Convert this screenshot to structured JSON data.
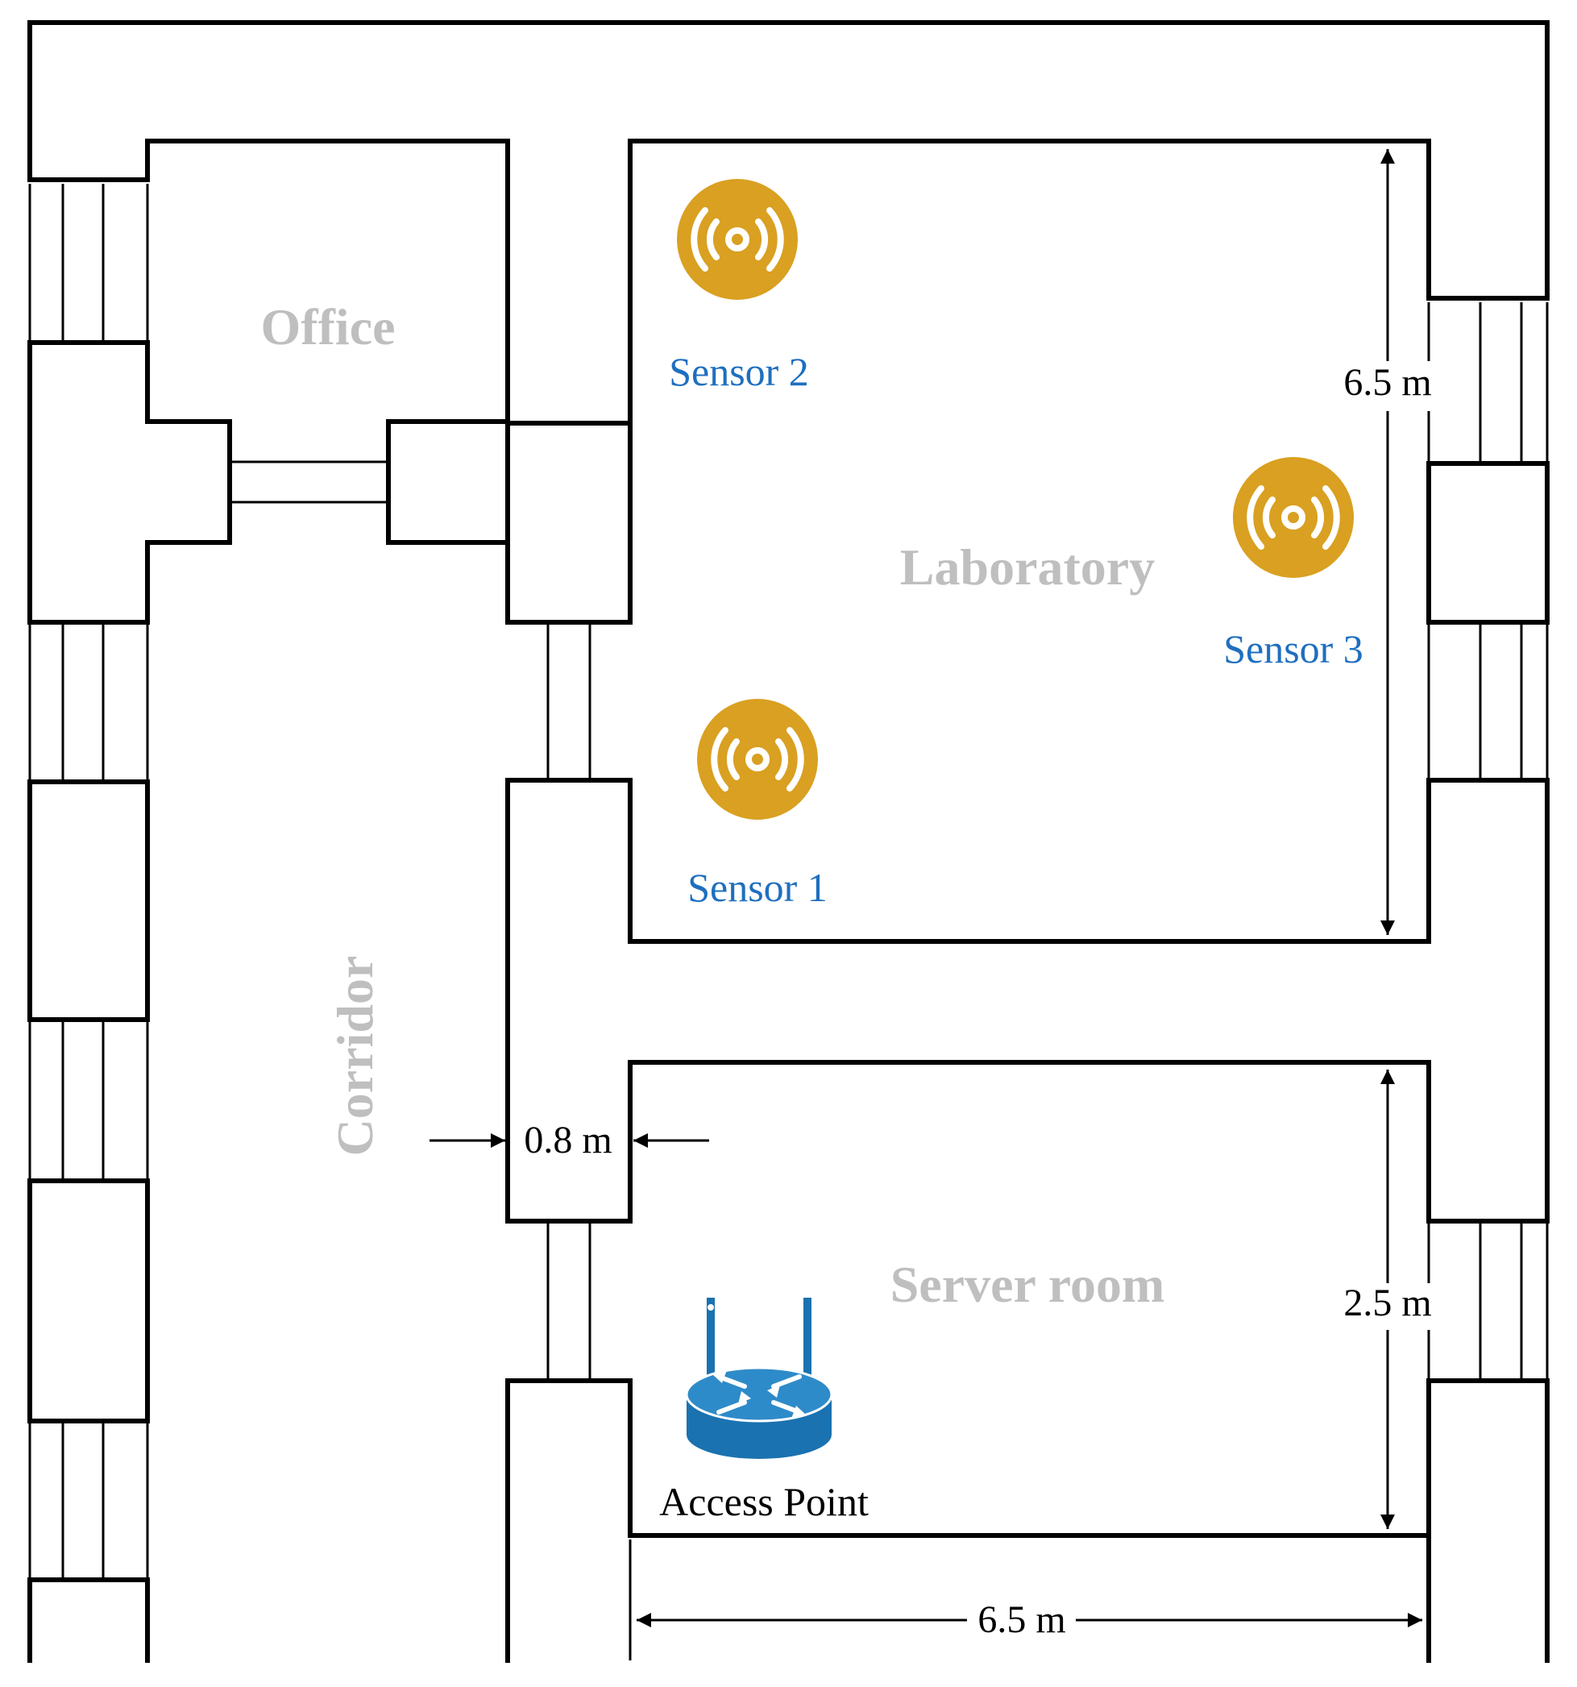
{
  "rooms": {
    "office": "Office",
    "laboratory": "Laboratory",
    "corridor": "Corridor",
    "server_room": "Server room"
  },
  "sensors": [
    {
      "label": "Sensor 1",
      "icon": "wireless-sensor-icon"
    },
    {
      "label": "Sensor 2",
      "icon": "wireless-sensor-icon"
    },
    {
      "label": "Sensor 3",
      "icon": "wireless-sensor-icon"
    }
  ],
  "access_point": {
    "label": "Access Point",
    "icon": "router-icon"
  },
  "dimensions": {
    "lab_height": "6.5 m",
    "server_height": "2.5 m",
    "room_width": "6.5 m",
    "wall_thickness": "0.8 m"
  },
  "colors": {
    "sensor": "#D9A021",
    "sensor_label": "#1F6FBF",
    "router": "#1A72B0",
    "room_label": "#BFBFBF"
  }
}
